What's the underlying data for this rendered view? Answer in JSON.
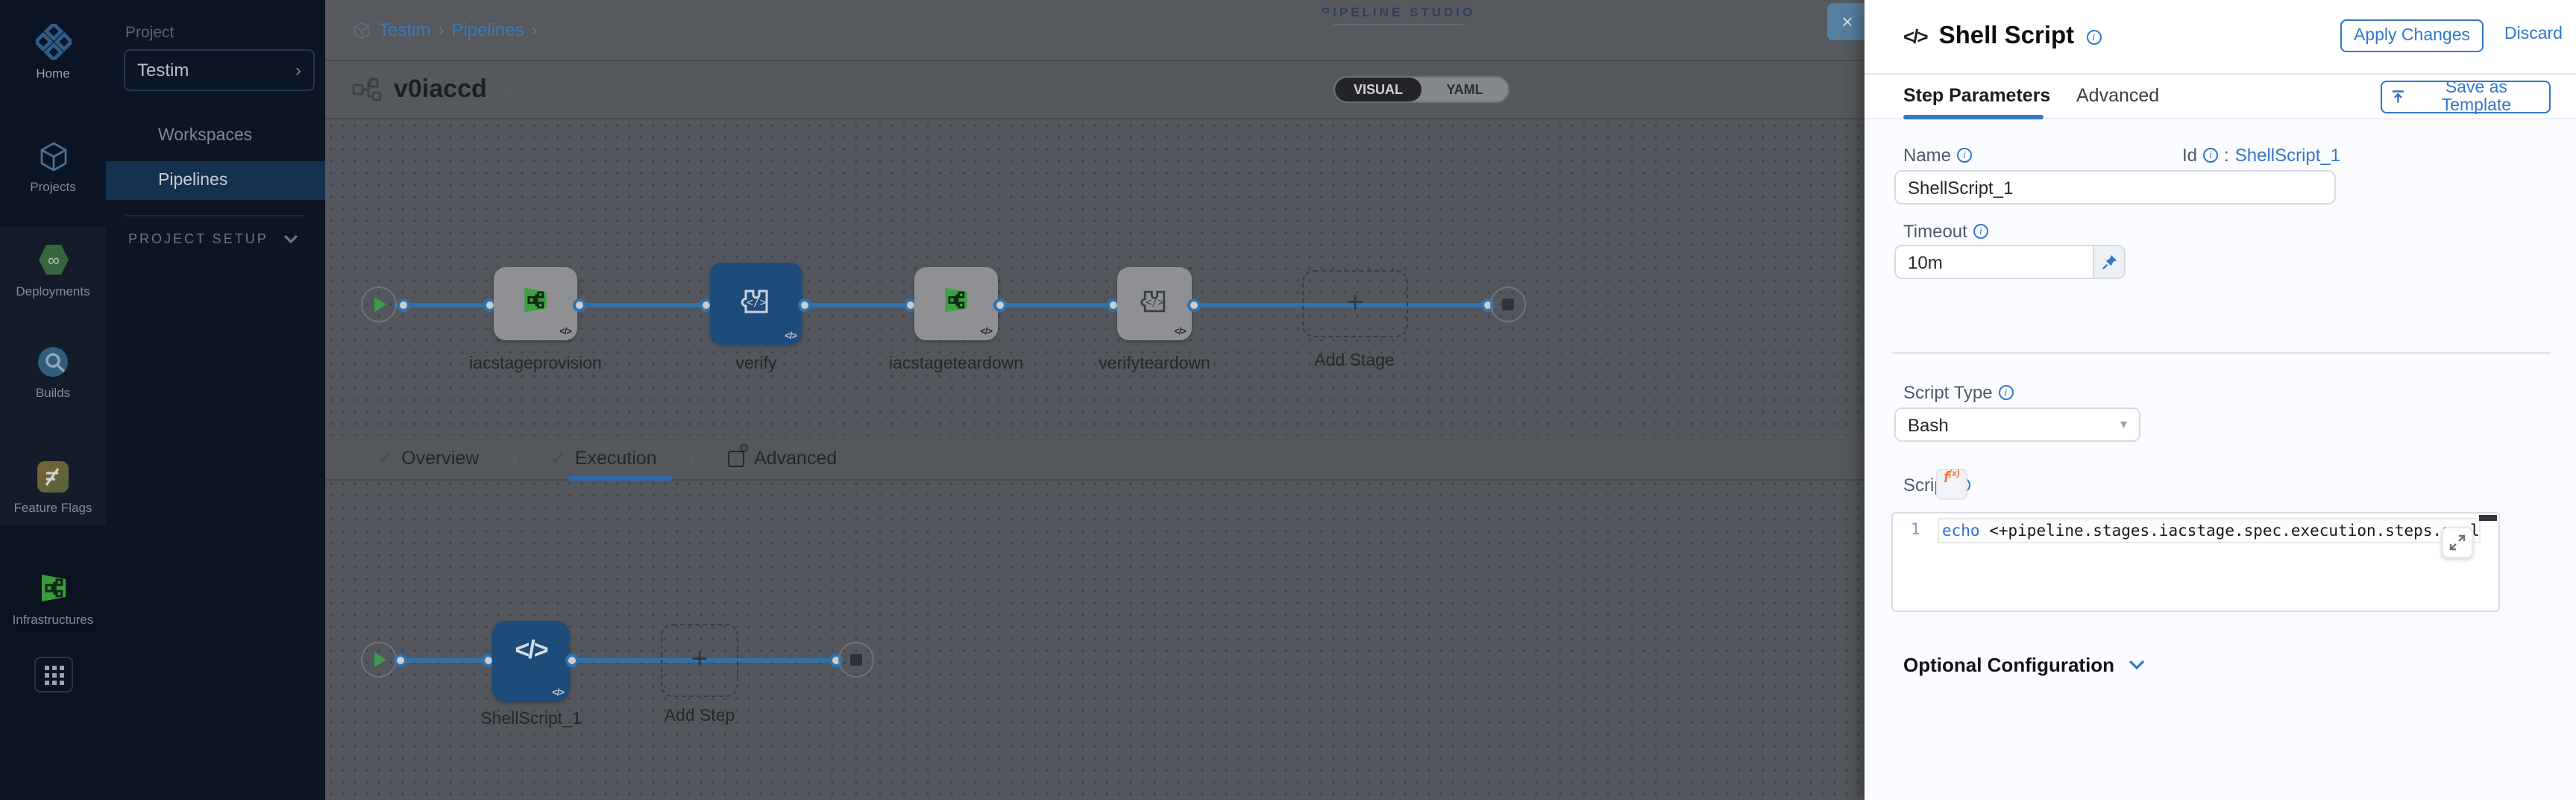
{
  "rail": {
    "items": [
      {
        "label": "Home",
        "icon": "harness-logo-icon"
      },
      {
        "label": "Projects",
        "icon": "projects-cube-icon"
      },
      {
        "label": "Deployments",
        "icon": "deployments-icon"
      },
      {
        "label": "Builds",
        "icon": "builds-icon"
      },
      {
        "label": "Feature Flags",
        "icon": "feature-flags-icon"
      },
      {
        "label": "Infrastructures",
        "icon": "infrastructures-icon"
      }
    ]
  },
  "project_sidebar": {
    "section_label": "Project",
    "project_name": "Testim",
    "workspaces": "Workspaces",
    "pipelines": "Pipelines",
    "footer": "PROJECT SETUP"
  },
  "breadcrumb": {
    "first": "Testim",
    "second": "Pipelines"
  },
  "pipeline": {
    "name": "v0iaccd"
  },
  "studio": {
    "badge": "PIPELINE STUDIO",
    "visual": "VISUAL",
    "yaml": "YAML"
  },
  "stage_graph": {
    "stages": [
      {
        "label": "iacstageprovision"
      },
      {
        "label": "verify"
      },
      {
        "label": "iacstageteardown"
      },
      {
        "label": "verifyteardown"
      }
    ],
    "add_stage": "Add Stage",
    "mini_badge": "</>"
  },
  "stage_tabs": {
    "overview": "Overview",
    "execution": "Execution",
    "advanced": "Advanced"
  },
  "execution_graph": {
    "step_label": "ShellScript_1",
    "add_step": "Add Step"
  },
  "drawer": {
    "title": "Shell Script",
    "title_icon": "</>",
    "apply": "Apply Changes",
    "discard": "Discard",
    "tabs": {
      "step_parameters": "Step Parameters",
      "advanced": "Advanced"
    },
    "save_as_template": "Save as Template",
    "name": {
      "label": "Name",
      "value": "ShellScript_1"
    },
    "id": {
      "label": "Id",
      "separator": ":",
      "value": "ShellScript_1"
    },
    "timeout": {
      "label": "Timeout",
      "value": "10m"
    },
    "script_type": {
      "label": "Script Type",
      "value": "Bash"
    },
    "script": {
      "label": "Script",
      "fx": "f",
      "fx_sub": "(x)",
      "line_number": "1",
      "code_keyword": "echo",
      "code_rest": " <+pipeline.stages.iacstage.spec.execution.steps.appl"
    },
    "optional_configuration": "Optional Configuration",
    "close": "×"
  },
  "colors": {
    "accent_blue": "#3177c9",
    "node_blue": "#1d4b7a",
    "connector_blue": "#3073ac",
    "infra_green": "#3f9f42"
  }
}
